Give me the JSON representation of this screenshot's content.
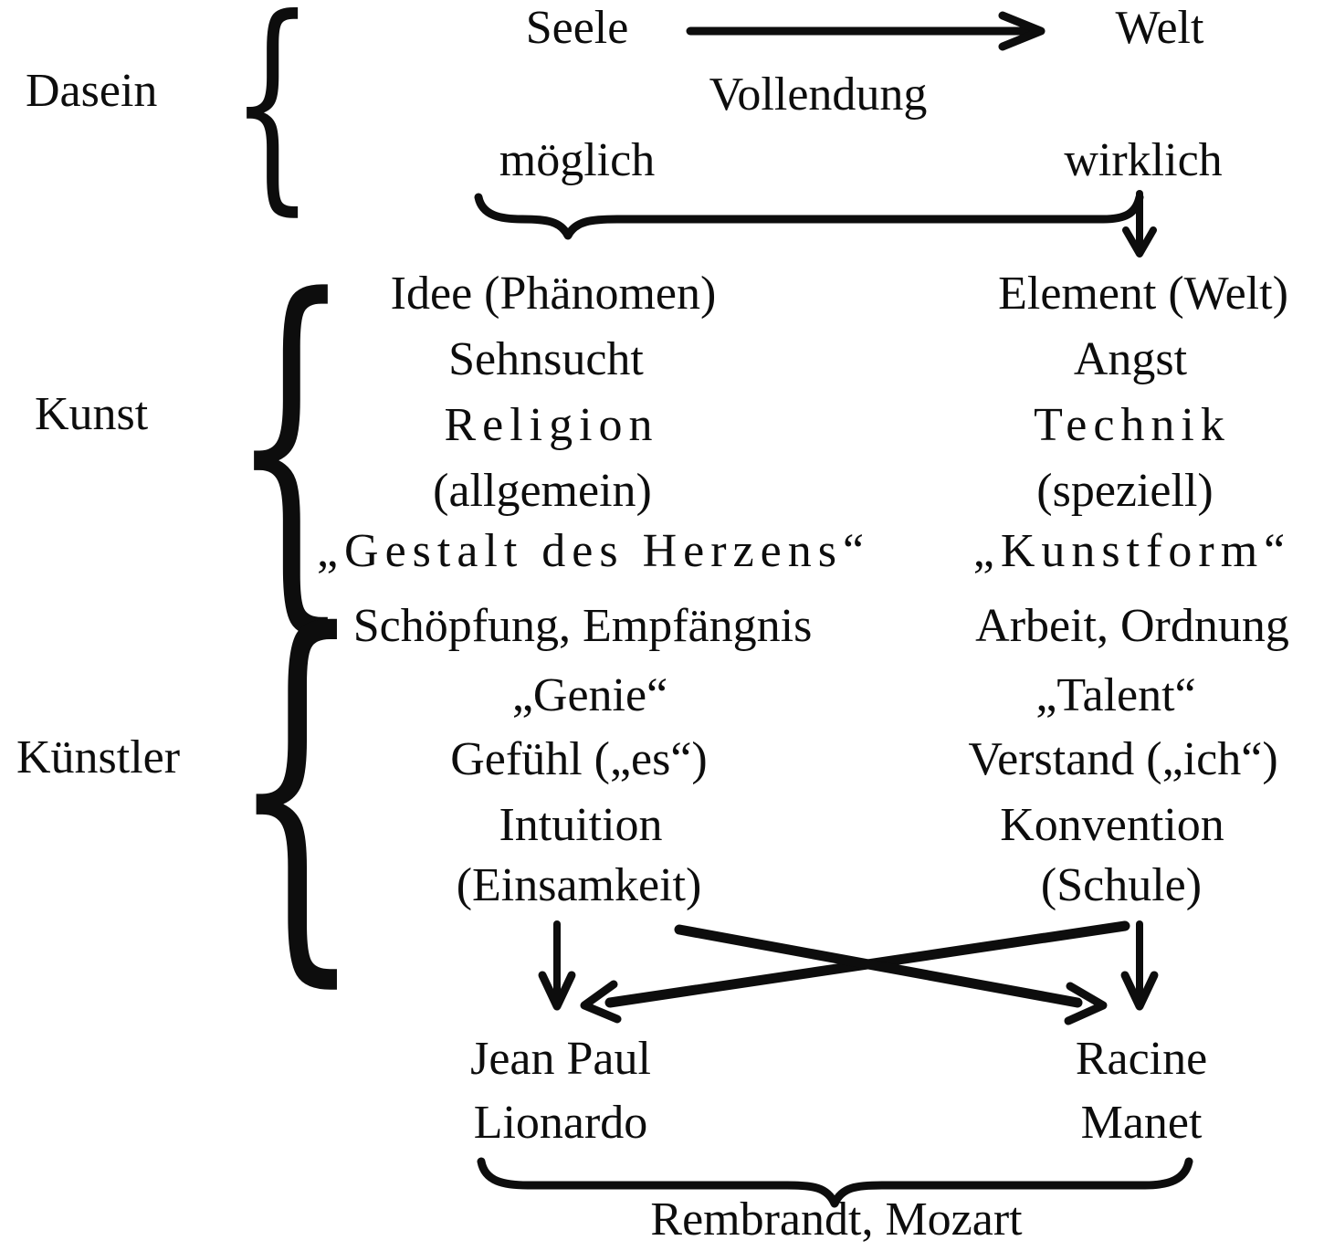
{
  "diagram": {
    "title": "Dasein / Kunst / Kuenstler polarity diagram",
    "rows": {
      "dasein": {
        "label": "Dasein",
        "left_top": "Seele",
        "right_top": "Welt",
        "middle": "Vollendung",
        "left_bottom": "möglich",
        "right_bottom": "wirklich"
      },
      "kunst": {
        "label": "Kunst",
        "left": [
          "Idee (Phänomen)",
          "Sehnsucht",
          "Religion",
          "(allgemein)",
          "„Gestalt des Herzens“"
        ],
        "right": [
          "Element (Welt)",
          "Angst",
          "Technik",
          "(speziell)",
          "„Kunstform“"
        ]
      },
      "kuenstler": {
        "label": "Künstler",
        "left": [
          "Schöpfung, Empfängnis",
          "„Genie“",
          "Gefühl („es“)",
          "Intuition",
          "(Einsamkeit)"
        ],
        "right": [
          "Arbeit, Ordnung",
          "„Talent“",
          "Verstand („ich“)",
          "Konvention",
          "(Schule)"
        ]
      },
      "examples": {
        "left": [
          "Jean Paul",
          "Lionardo"
        ],
        "right": [
          "Racine",
          "Manet"
        ],
        "synthesis": "Rembrandt, Mozart"
      }
    },
    "connectors": {
      "seele_to_welt_arrow": "horizontal-arrow-right",
      "moeglich_wirklich_brace": "underbrace",
      "wirklich_down_arrow": "vertical-arrow-down",
      "einsamkeit_down_arrow": "vertical-arrow-down",
      "schule_down_arrow": "vertical-arrow-down",
      "cross_left_arrow": "diagonal-arrow-left",
      "cross_right_arrow": "diagonal-arrow-right",
      "bottom_brace": "underbrace"
    },
    "colors": {
      "ink": "#0d0d0d",
      "paper": "#ffffff"
    }
  }
}
